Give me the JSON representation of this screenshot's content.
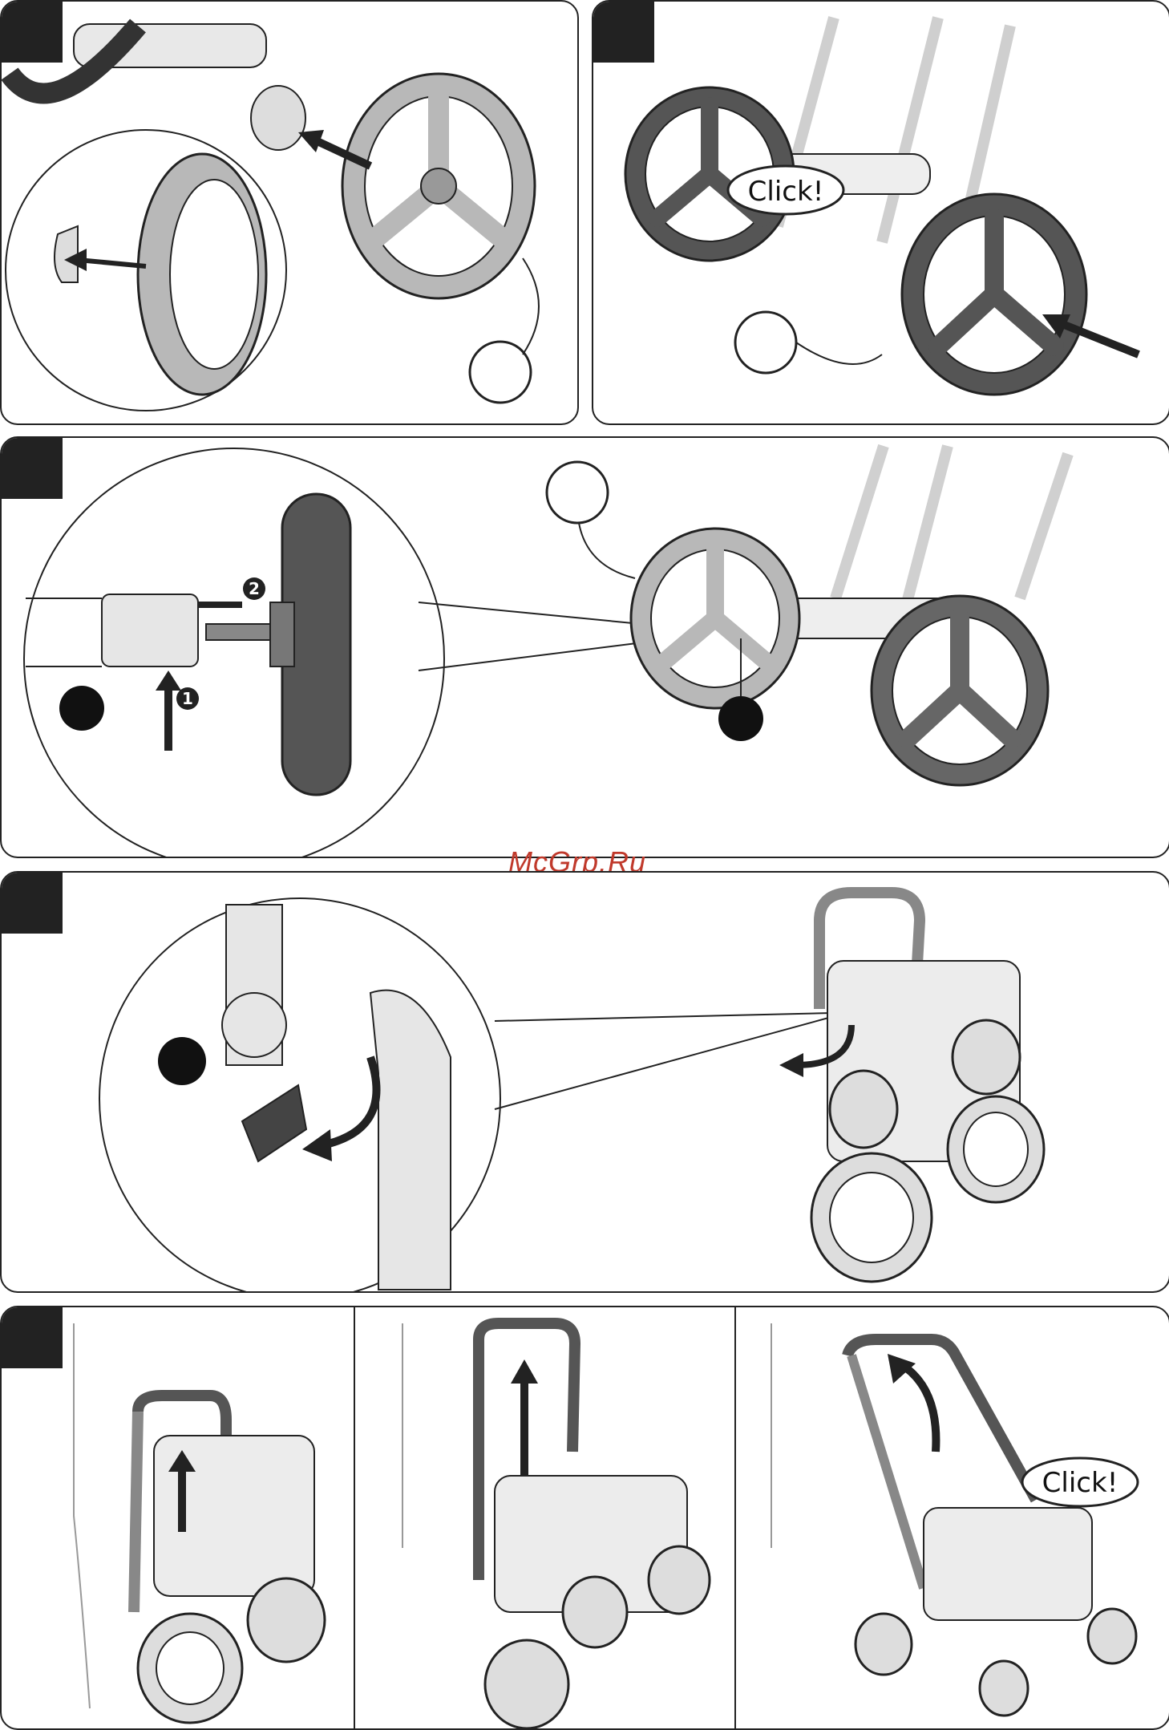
{
  "watermark": "McGrp.Ru",
  "click_label": "Click!",
  "steps": [
    "1",
    "2"
  ],
  "colors": {
    "outline": "#222222",
    "wheel_light": "#b8b8b8",
    "wheel_dark": "#555555",
    "frame": "#e6e6e6",
    "watermark": "#c0392b"
  }
}
